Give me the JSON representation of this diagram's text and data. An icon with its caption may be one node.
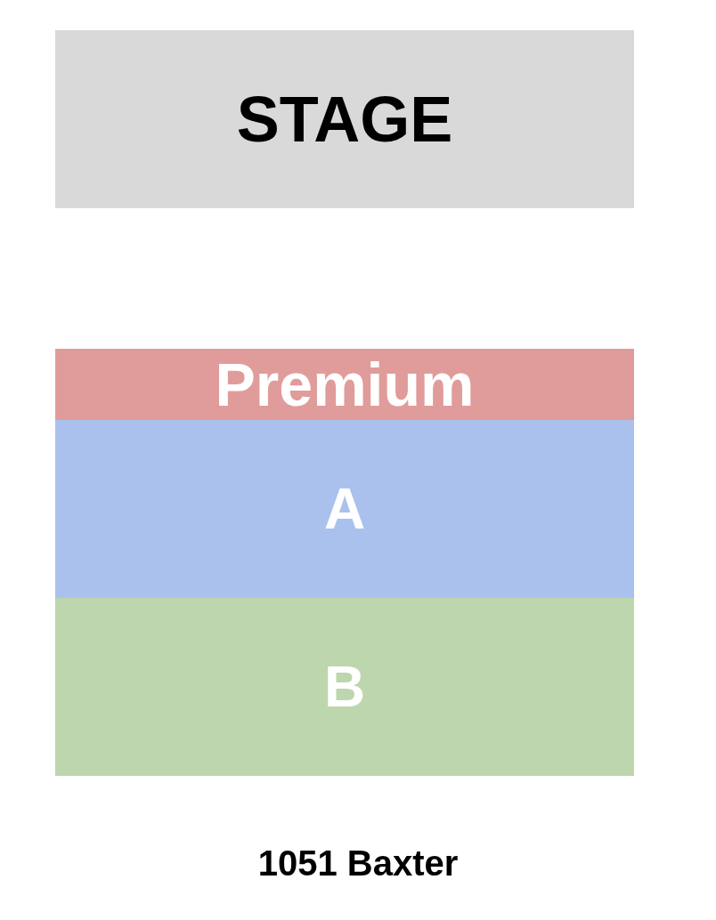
{
  "diagram": {
    "caption": "1051 Baxter",
    "nodes": [
      {
        "text": [
          "STAGE"
        ]
      },
      {
        "text": [
          "Premium"
        ]
      },
      {
        "text": [
          "A"
        ]
      },
      {
        "text": [
          "B"
        ]
      }
    ]
  }
}
